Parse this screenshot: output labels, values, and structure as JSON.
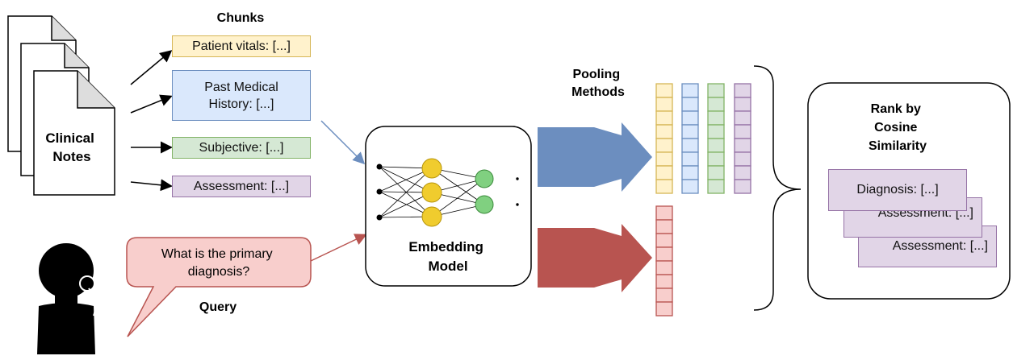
{
  "titles": {
    "chunks": "Chunks",
    "pooling": "Pooling\nMethods",
    "query": "Query",
    "embedding": "Embedding\nModel",
    "clinical_notes": "Clinical\nNotes",
    "rank": "Rank by\nCosine\nSimilarity"
  },
  "chunks": [
    {
      "label": "Patient vitals: [...]",
      "fill": "#fff2cc",
      "stroke": "#d6b656"
    },
    {
      "label": "Past Medical\nHistory: [...]",
      "fill": "#dae8fc",
      "stroke": "#6c8ebf"
    },
    {
      "label": "Subjective: [...]",
      "fill": "#d5e8d4",
      "stroke": "#82b366"
    },
    {
      "label": "Assessment: [...]",
      "fill": "#e1d5e7",
      "stroke": "#9673a6"
    }
  ],
  "query_bubble": {
    "text": "What is the primary\ndiagnosis?",
    "fill": "#f8cecc",
    "stroke": "#b85450"
  },
  "ranked_results": [
    "Diagnosis: [...]",
    "Assessment: [...]",
    "Assessment: [...]"
  ],
  "colors": {
    "yellow_vec": "#fff2cc",
    "yellow_vec_stroke": "#d6b656",
    "blue_vec": "#dae8fc",
    "blue_vec_stroke": "#6c8ebf",
    "green_vec": "#d5e8d4",
    "green_vec_stroke": "#82b366",
    "purple_vec": "#e1d5e7",
    "purple_vec_stroke": "#9673a6",
    "red_vec": "#f8cecc",
    "red_vec_stroke": "#b85450",
    "blue_arrow": "#6c8ebf",
    "red_arrow": "#b85450",
    "neuron_yellow": "#f0cc2e",
    "neuron_green": "#80d080"
  }
}
